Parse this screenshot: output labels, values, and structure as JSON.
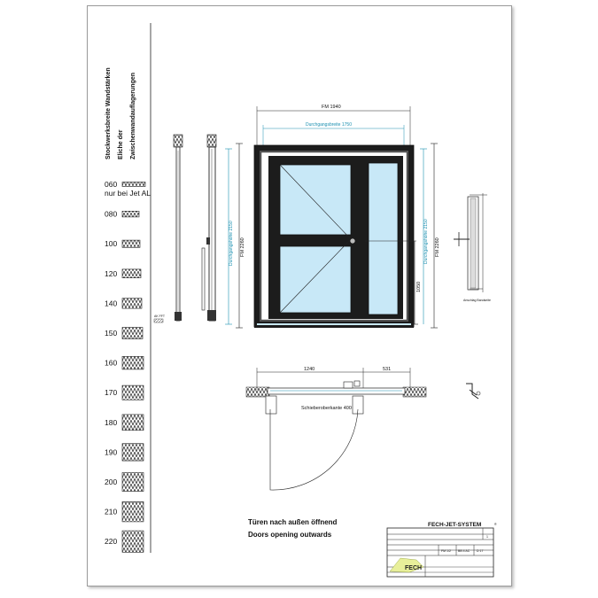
{
  "title_vertical": [
    "Stockwerksbreite Wandstärken",
    "Eliche der",
    "Zwischenwandauflagerungen"
  ],
  "wall_types": [
    {
      "value": "060",
      "note": "nur bei Jet AL"
    },
    {
      "value": "080"
    },
    {
      "value": "100"
    },
    {
      "value": "120"
    },
    {
      "value": "140"
    },
    {
      "value": "150"
    },
    {
      "value": "160"
    },
    {
      "value": "170"
    },
    {
      "value": "180"
    },
    {
      "value": "190"
    },
    {
      "value": "200"
    },
    {
      "value": "210"
    },
    {
      "value": "220"
    }
  ],
  "dimensions": {
    "overall_width": "FM 1940",
    "clear_width": "Durchgangsbreite 1750",
    "clear_height_left": "Durchgangshöhe 2150",
    "frame_height_left": "FM 2260",
    "clear_height_right": "Durchgangshöhe 2150",
    "frame_height_right": "FM 2260",
    "handle_height": "1050",
    "plan_left": "1240",
    "plan_right": "531",
    "plan_floor": "Schieberoberkante 400"
  },
  "small_labels": {
    "side_note": "AK FFT",
    "right_detail": "Anschlag Bandseite"
  },
  "caption": {
    "de": "Türen nach außen öffnend",
    "en": "Doors opening outwards"
  },
  "title_block": {
    "company": "FECH-JET-SYSTEM",
    "registered": "®",
    "logo_text": "FECH",
    "cells": [
      "FM 1/2",
      "BB 4 AC",
      "D 17"
    ],
    "sheet_no": "1"
  },
  "colors": {
    "frame": "#1c1c1c",
    "glass": "#c8e8f7",
    "dimension": "#1a8fb0",
    "sheet_border": "#9a9a9a"
  }
}
